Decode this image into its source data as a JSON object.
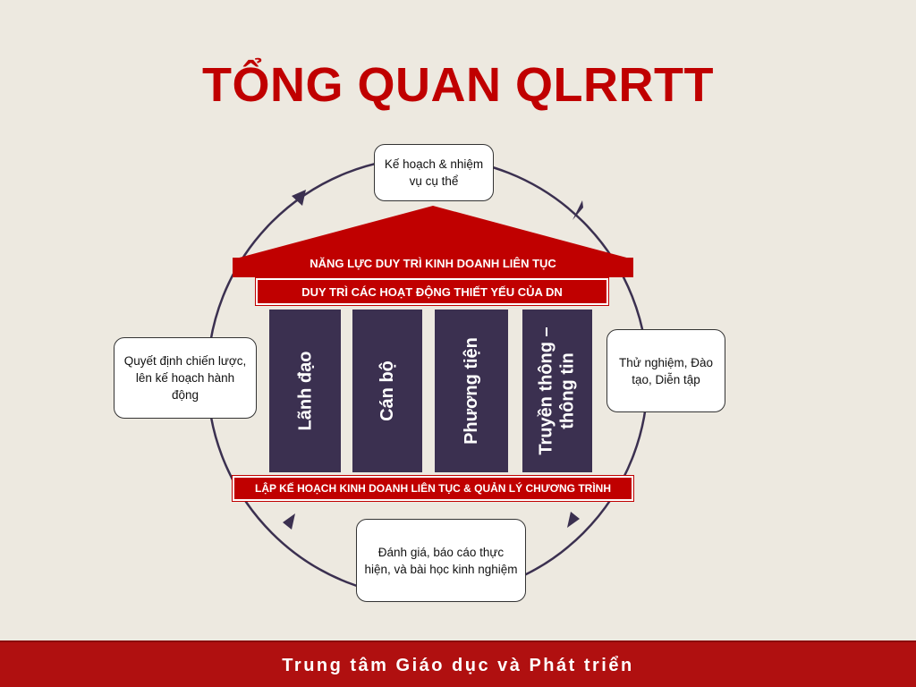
{
  "title": "TỔNG QUAN QLRRTT",
  "cycle": {
    "top": "Kế hoạch & nhiệm vụ cụ thể",
    "right": "Thử nghiệm, Đào tạo, Diễn tập",
    "bottom": "Đánh giá, báo cáo thực hiện, và bài học kinh nghiệm",
    "left": "Quyết định chiến lược, lên kế hoạch hành động"
  },
  "house": {
    "roof_label": "NĂNG LỰC DUY TRÌ KINH DOANH LIÊN TỤC",
    "beam_label": "DUY TRÌ CÁC HOẠT ĐỘNG THIẾT YẾU CỦA DN",
    "pillars": [
      {
        "label": "Lãnh đạo"
      },
      {
        "label": "Cán bộ"
      },
      {
        "label": "Phương tiện"
      },
      {
        "line1": "Truyền thông –",
        "line2": "thông tin"
      }
    ],
    "base_label": "LẬP KẾ HOẠCH KINH DOANH LIÊN TỤC & QUẢN LÝ CHƯƠNG TRÌNH"
  },
  "footer": "Trung tâm Giáo dục và Phát triển",
  "colors": {
    "background": "#ede9e0",
    "title": "#c00000",
    "red": "#c00000",
    "pillar": "#3b3050",
    "ring": "#3b3050",
    "footer": "#b01010"
  }
}
